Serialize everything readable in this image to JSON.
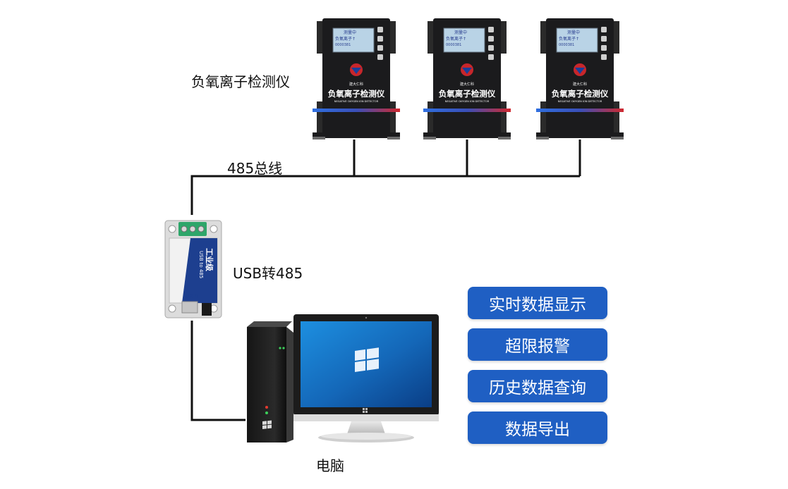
{
  "labels": {
    "device_caption": "负氧离子检测仪",
    "bus": "485总线",
    "converter": "USB转485",
    "computer": "电脑"
  },
  "device": {
    "panel_title": "负氧离子检测仪",
    "panel_subtitle": "NEGATIVE OXYGEN ION DETECTOR",
    "brand": "建大仁科",
    "screen_line1": "测量中",
    "screen_line2": "负氧离子↑",
    "screen_line3": "0000381"
  },
  "converter_device": {
    "title": "工业级",
    "model": "USB to 485",
    "port_label": "USB"
  },
  "features": [
    "实时数据显示",
    "超限报警",
    "历史数据查询",
    "数据导出"
  ],
  "colors": {
    "button_blue": "#1f5fc3",
    "device_body": "#1b1b1d",
    "stripe_blue": "#2f6fe0",
    "stripe_red": "#d0282e"
  }
}
